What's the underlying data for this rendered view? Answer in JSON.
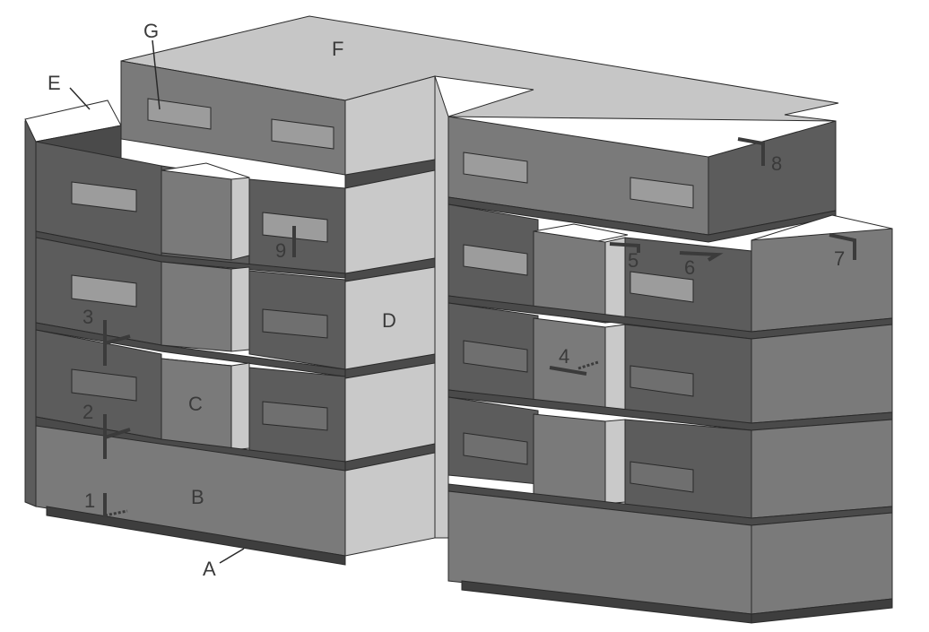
{
  "labels": {
    "A": "A",
    "B": "B",
    "C": "C",
    "D": "D",
    "E": "E",
    "F": "F",
    "G": "G",
    "n1": "1",
    "n2": "2",
    "n3": "3",
    "n4": "4",
    "n5": "5",
    "n6": "6",
    "n7": "7",
    "n8": "8",
    "n9": "9"
  }
}
